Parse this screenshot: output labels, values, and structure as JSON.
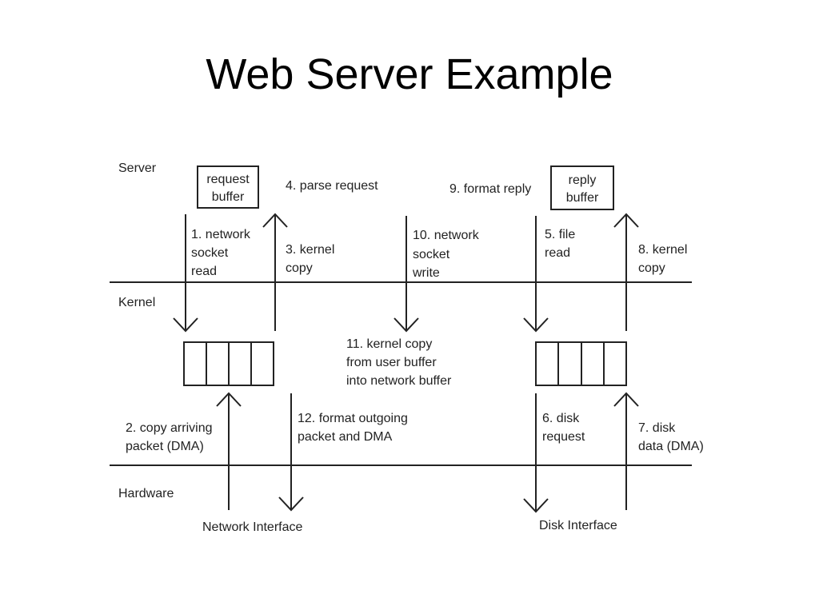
{
  "title": "Web Server Example",
  "layers": {
    "server": "Server",
    "kernel": "Kernel",
    "hardware": "Hardware"
  },
  "boxes": {
    "request_buffer": [
      "request",
      "buffer"
    ],
    "reply_buffer": [
      "reply",
      "buffer"
    ]
  },
  "interfaces": {
    "network": "Network Interface",
    "disk": "Disk Interface"
  },
  "steps": {
    "s1": [
      "1. network",
      "socket",
      "read"
    ],
    "s2": [
      "2. copy arriving",
      "packet (DMA)"
    ],
    "s3": [
      "3. kernel",
      "copy"
    ],
    "s4": [
      "4. parse request"
    ],
    "s5": [
      "5. file",
      "read"
    ],
    "s6": [
      "6. disk",
      "request"
    ],
    "s7": [
      "7. disk",
      "data (DMA)"
    ],
    "s8": [
      "8. kernel",
      "copy"
    ],
    "s9": [
      "9. format reply"
    ],
    "s10": [
      "10. network",
      "socket",
      "write"
    ],
    "s11": [
      "11. kernel copy",
      "from user buffer",
      "into network buffer"
    ],
    "s12": [
      "12. format outgoing",
      "packet and DMA"
    ]
  }
}
